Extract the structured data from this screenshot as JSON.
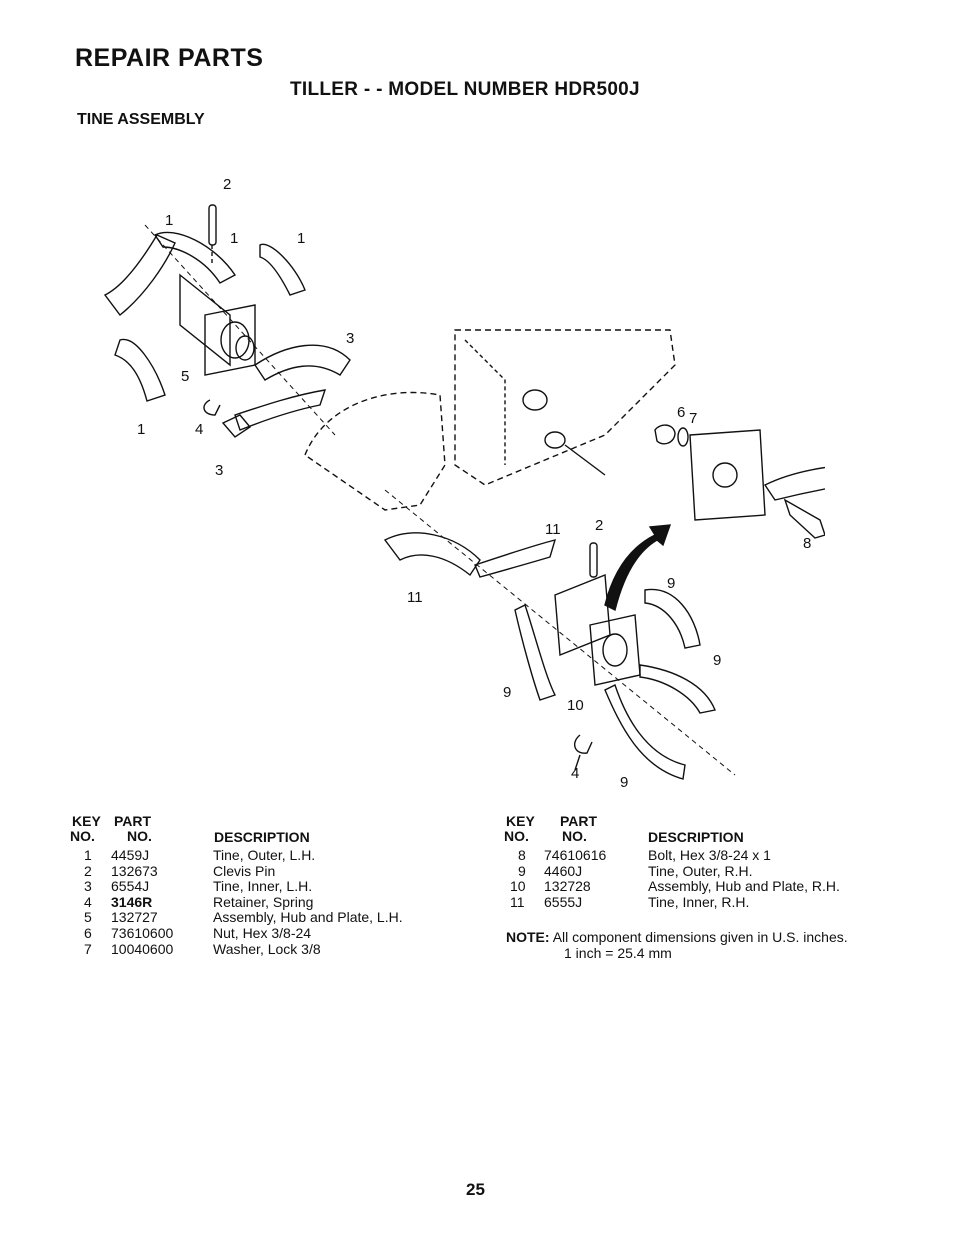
{
  "header": {
    "title": "REPAIR PARTS",
    "subtitle": "TILLER - - MODEL NUMBER HDR500J",
    "section": "TINE ASSEMBLY"
  },
  "diagram": {
    "callouts": [
      "2",
      "1",
      "1",
      "1",
      "3",
      "5",
      "4",
      "1",
      "3",
      "6",
      "7",
      "8",
      "11",
      "2",
      "11",
      "9",
      "9",
      "9",
      "10",
      "4",
      "9"
    ]
  },
  "table_headers": {
    "key": "KEY",
    "no": "NO.",
    "part": "PART",
    "part_no": "NO.",
    "description": "DESCRIPTION"
  },
  "parts_left": [
    {
      "key": "1",
      "part": "4459J",
      "desc": "Tine, Outer, L.H."
    },
    {
      "key": "2",
      "part": "132673",
      "desc": "Clevis Pin"
    },
    {
      "key": "3",
      "part": "6554J",
      "desc": "Tine, Inner, L.H."
    },
    {
      "key": "4",
      "part": "3146R",
      "desc": "Retainer, Spring"
    },
    {
      "key": "5",
      "part": "132727",
      "desc": "Assembly, Hub and Plate, L.H."
    },
    {
      "key": "6",
      "part": "73610600",
      "desc": "Nut, Hex 3/8-24"
    },
    {
      "key": "7",
      "part": "10040600",
      "desc": "Washer, Lock 3/8"
    }
  ],
  "parts_right": [
    {
      "key": "8",
      "part": "74610616",
      "desc": "Bolt, Hex 3/8-24 x 1"
    },
    {
      "key": "9",
      "part": "4460J",
      "desc": "Tine, Outer, R.H."
    },
    {
      "key": "10",
      "part": "132728",
      "desc": "Assembly, Hub and Plate, R.H."
    },
    {
      "key": "11",
      "part": "6555J",
      "desc": "Tine, Inner, R.H."
    }
  ],
  "note": {
    "label": "NOTE:",
    "text": "All component dimensions given in U.S. inches.",
    "conversion": "1 inch = 25.4 mm"
  },
  "page_number": "25"
}
